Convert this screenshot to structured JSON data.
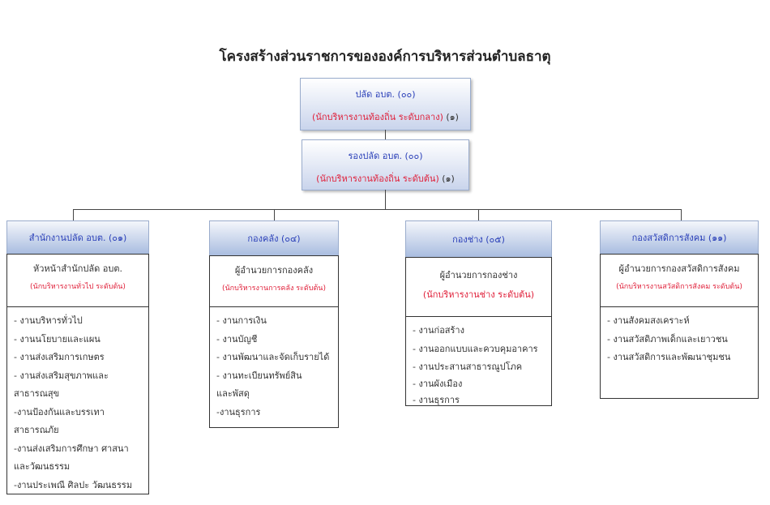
{
  "title": "โครงสร้างส่วนราชการขององค์การบริหารส่วนตำบลธาตุ",
  "top": [
    {
      "name": "ปลัด  อบต. (๐๐)",
      "role": "(นักบริหารงานท้องถิ่น ระดับกลาง)",
      "count": "(๑)"
    },
    {
      "name": "รองปลัด  อบต. (๐๐)",
      "role": "(นักบริหารงานท้องถิ่น ระดับต้น)",
      "count": "(๑)"
    }
  ],
  "divisions": [
    {
      "header": "สำนักงานปลัด อบต. (๐๑)",
      "head": "หัวหน้าสำนักปลัด อบต.",
      "role": "(นักบริหารงานทั่วไป ระดับต้น)",
      "items": [
        "- งานบริหารทั่วไป",
        "- งานนโยบายและแผน",
        "- งานส่งเสริมการเกษตร",
        "- งานส่งเสริมสุขภาพและ",
        "  สาธารณสุข",
        "-งานป้องกันและบรรเทา",
        " สาธารณภัย",
        "-งานส่งเสริมการศึกษา ศาสนา",
        " และวัฒนธรรม",
        "-งานประเพณี ศิลปะ วัฒนธรรม"
      ]
    },
    {
      "header": "กองคลัง (๐๔)",
      "head": "ผู้อำนวยการกองคลัง",
      "role": "(นักบริหารงานการคลัง ระดับต้น)",
      "items": [
        "- งานการเงิน",
        "- งานบัญชี",
        "- งานพัฒนาและจัดเก็บรายได้",
        "- งานทะเบียนทรัพย์สิน",
        "  และพัสดุ",
        "-งานธุรการ"
      ]
    },
    {
      "header": "กองช่าง (๐๕)",
      "head": "ผู้อำนวยการกองช่าง",
      "role": "(นักบริหารงานช่าง ระดับต้น)",
      "items": [
        "- งานก่อสร้าง",
        "- งานออกแบบและควบคุมอาคาร",
        "- งานประสานสาธารณูปโภค",
        "- งานผังเมือง",
        "- งานธุรการ"
      ]
    },
    {
      "header": "กองสวัสดิการสังคม (๑๑)",
      "head": "ผู้อำนวยการกองสวัสดิการสังคม",
      "role": "(นักบริหารงานสวัสดิการสังคม ระดับต้น)",
      "items": [
        "- งานสังคมสงเคราะห์",
        "- งานสวัสดิภาพเด็กและเยาวชน",
        "- งานสวัสดิการและพัฒนาชุมชน"
      ]
    }
  ]
}
